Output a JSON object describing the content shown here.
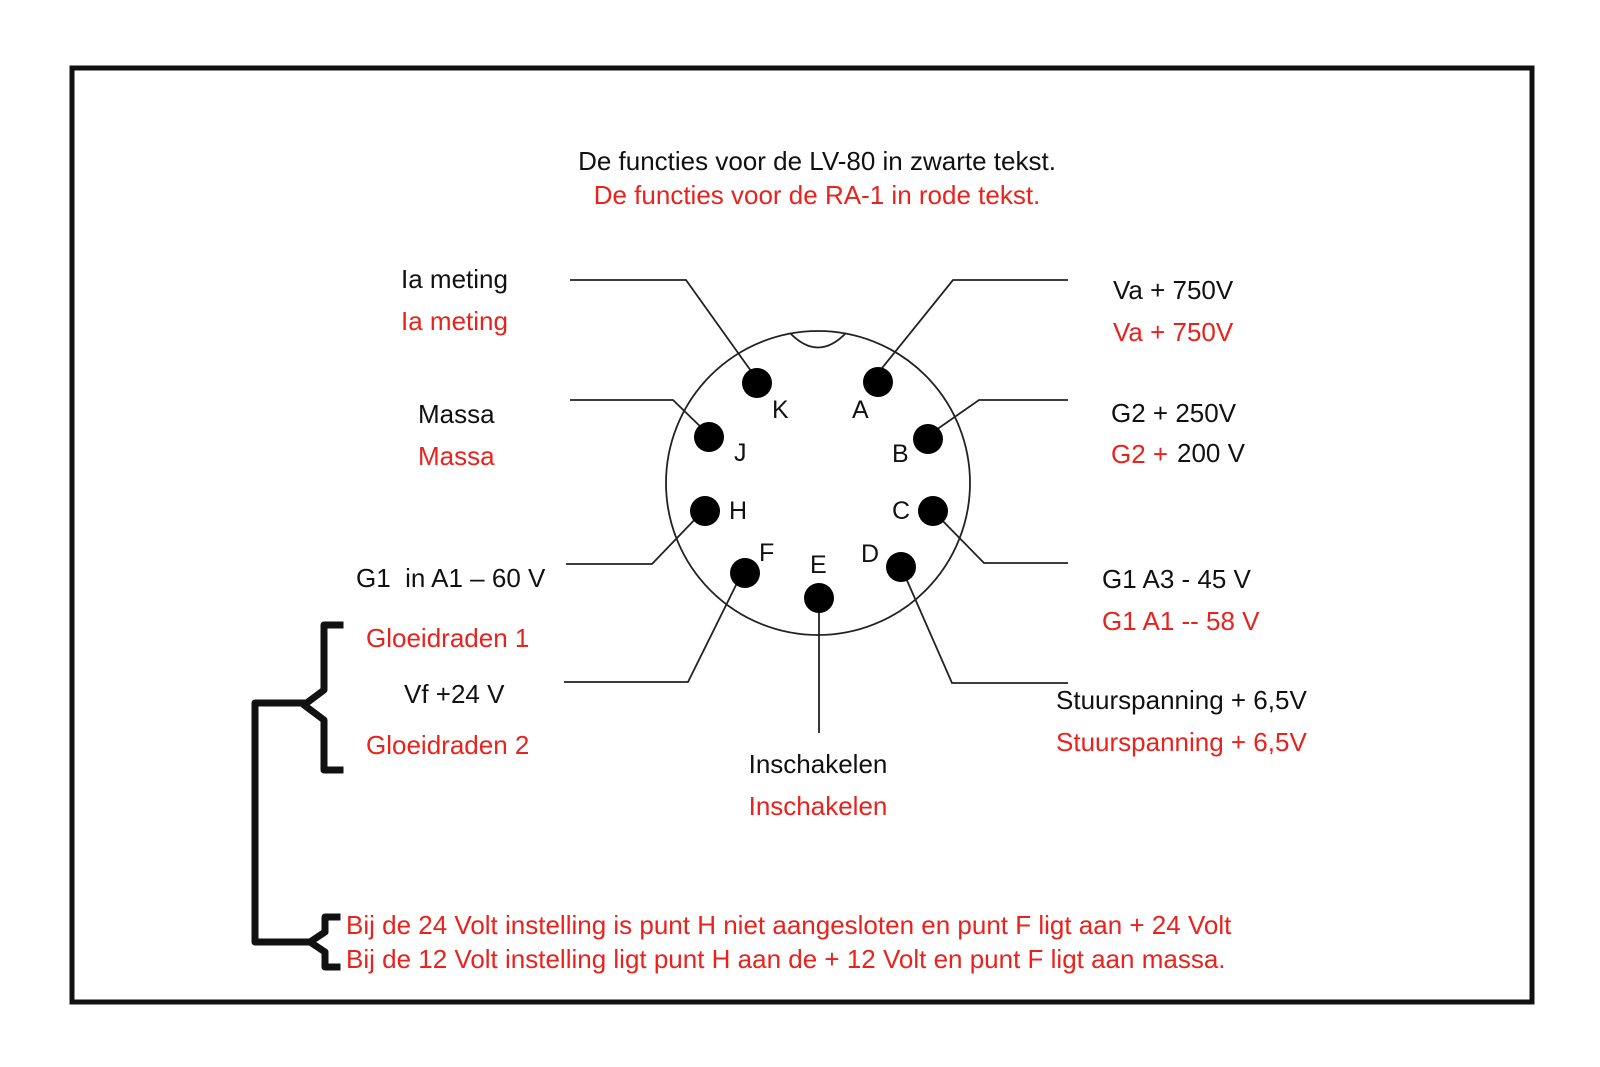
{
  "header": {
    "line_black": "De functies voor de LV-80 in zwarte tekst.",
    "line_red": "De functies voor de RA-1 in rode tekst."
  },
  "pins": {
    "K": "K",
    "A": "A",
    "J": "J",
    "B": "B",
    "H": "H",
    "C": "C",
    "F": "F",
    "E": "E",
    "D": "D"
  },
  "labels": {
    "k_black": "Ia meting",
    "k_red": "Ia meting",
    "a_black": "Va + 750V",
    "a_red": "Va + 750V",
    "j_black": "Massa",
    "j_red": "Massa",
    "b_black": "G2 + 250V",
    "b_red_prefix": "G2 +",
    "b_black_suffix": "200 V",
    "h_black": "G1  in A1 – 60 V",
    "c_black": "G1 A3 - 45 V",
    "c_red": "G1 A1 -- 58 V",
    "f_red_top": "Gloeidraden 1",
    "f_black": "Vf +24 V",
    "f_red_bottom": "Gloeidraden 2",
    "d_black": "Stuurspanning + 6,5V",
    "d_red": "Stuurspanning + 6,5V",
    "e_black": "Inschakelen",
    "e_red": "Inschakelen"
  },
  "notes": {
    "line1": "Bij de 24 Volt instelling is punt H niet aangesloten en punt F ligt aan + 24 Volt",
    "line2": "Bij de 12 Volt instelling ligt punt H aan de + 12 Volt en punt F ligt aan massa."
  },
  "colors": {
    "black_text": "#111111",
    "red_text": "#e8231e",
    "frame": "#111111"
  }
}
